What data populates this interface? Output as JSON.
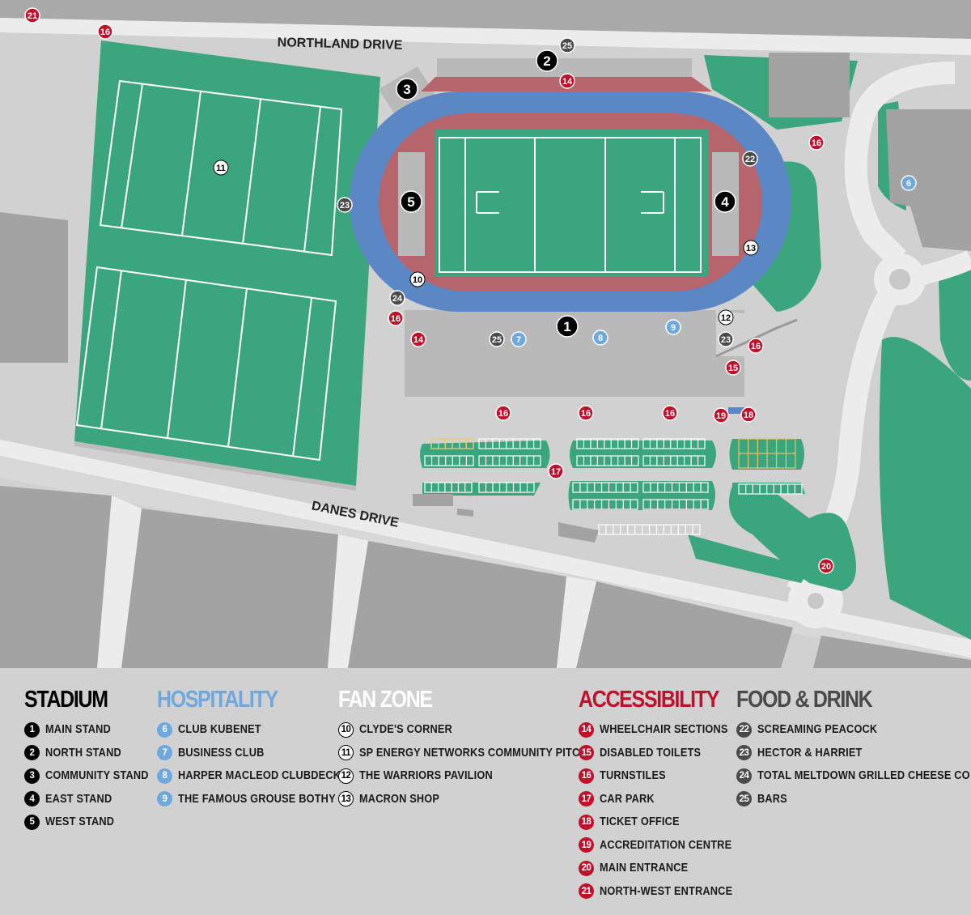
{
  "colors": {
    "stadium": "#000000",
    "hospitality": "#6fa8dc",
    "fan_zone": "#ffffff",
    "accessibility": "#c0102a",
    "food_drink": "#4a4a4a",
    "grass": "#3ba57e",
    "track": "#5b87c5",
    "track_inner": "#b5656b",
    "building": "#b9b9b9",
    "road": "#ececec"
  },
  "roads": {
    "north": "NORTHLAND DRIVE",
    "south": "DANES DRIVE"
  },
  "map_markers": {
    "main_stand": "1",
    "north_stand": "2",
    "community_stand": "3",
    "east_stand": "4",
    "west_stand": "5",
    "hosp_6": "6",
    "hosp_7": "7",
    "hosp_8": "8",
    "hosp_9": "9",
    "fan_10": "10",
    "fan_11": "11",
    "fan_12": "12",
    "fan_13": "13",
    "acc_14a": "14",
    "acc_14b": "14",
    "acc_15": "15",
    "acc_16a": "16",
    "acc_16b": "16",
    "acc_16c": "16",
    "acc_16d": "16",
    "acc_16e": "16",
    "acc_16f": "16",
    "acc_16g": "16",
    "acc_17": "17",
    "acc_18": "18",
    "acc_19": "19",
    "acc_20": "20",
    "acc_21": "21",
    "food_22": "22",
    "food_23a": "23",
    "food_23b": "23",
    "food_24": "24",
    "food_25a": "25",
    "food_25b": "25"
  },
  "legend": {
    "stadium": {
      "title": "STADIUM",
      "items": [
        {
          "n": "1",
          "label": "MAIN STAND"
        },
        {
          "n": "2",
          "label": "NORTH STAND"
        },
        {
          "n": "3",
          "label": "COMMUNITY STAND"
        },
        {
          "n": "4",
          "label": "EAST STAND"
        },
        {
          "n": "5",
          "label": "WEST STAND"
        }
      ]
    },
    "hospitality": {
      "title": "HOSPITALITY",
      "items": [
        {
          "n": "6",
          "label": "CLUB KUBENET"
        },
        {
          "n": "7",
          "label": "BUSINESS CLUB"
        },
        {
          "n": "8",
          "label": "HARPER MACLEOD CLUBDECK"
        },
        {
          "n": "9",
          "label": "THE FAMOUS GROUSE BOTHY"
        }
      ]
    },
    "fan_zone": {
      "title": "FAN ZONE",
      "items": [
        {
          "n": "10",
          "label": "CLYDE'S CORNER"
        },
        {
          "n": "11",
          "label": "SP ENERGY NETWORKS COMMUNITY PITCH"
        },
        {
          "n": "12",
          "label": "THE WARRIORS PAVILION"
        },
        {
          "n": "13",
          "label": "MACRON SHOP"
        }
      ]
    },
    "accessibility": {
      "title": "ACCESSIBILITY",
      "items": [
        {
          "n": "14",
          "label": "WHEELCHAIR SECTIONS"
        },
        {
          "n": "15",
          "label": "DISABLED TOILETS"
        },
        {
          "n": "16",
          "label": "TURNSTILES"
        },
        {
          "n": "17",
          "label": "CAR PARK"
        },
        {
          "n": "18",
          "label": "TICKET OFFICE"
        },
        {
          "n": "19",
          "label": "ACCREDITATION CENTRE"
        },
        {
          "n": "20",
          "label": "MAIN ENTRANCE"
        },
        {
          "n": "21",
          "label": "NORTH-WEST ENTRANCE"
        }
      ]
    },
    "food_drink": {
      "title": "FOOD & DRINK",
      "items": [
        {
          "n": "22",
          "label": "SCREAMING PEACOCK"
        },
        {
          "n": "23",
          "label": "HECTOR & HARRIET"
        },
        {
          "n": "24",
          "label": "TOTAL MELTDOWN GRILLED CHEESE CO"
        },
        {
          "n": "25",
          "label": "BARS"
        }
      ]
    }
  }
}
